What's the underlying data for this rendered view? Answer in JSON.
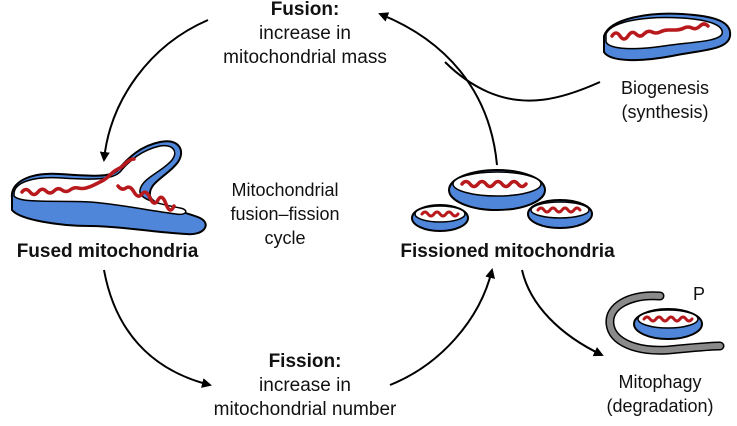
{
  "fusion": {
    "title": "Fusion:",
    "line1": "increase in",
    "line2": "mitochondrial mass"
  },
  "fission": {
    "title": "Fission:",
    "line1": "increase in",
    "line2": "mitochondrial number"
  },
  "center": {
    "line1": "Mitochondrial",
    "line2": "fusion–fission",
    "line3": "cycle"
  },
  "fused_label": "Fused mitochondria",
  "fissioned_label": "Fissioned mitochondria",
  "biogenesis": {
    "line1": "Biogenesis",
    "line2": "(synthesis)"
  },
  "mitophagy": {
    "line1": "Mitophagy",
    "line2": "(degradation)"
  },
  "phosphate_label": "P",
  "colors": {
    "membrane_outer": "#4f86d9",
    "membrane_inner": "#ffffff",
    "cristae": "#b8191d",
    "outline": "#000000",
    "phagophore": "#8a8a8a",
    "arrow": "#000000"
  }
}
